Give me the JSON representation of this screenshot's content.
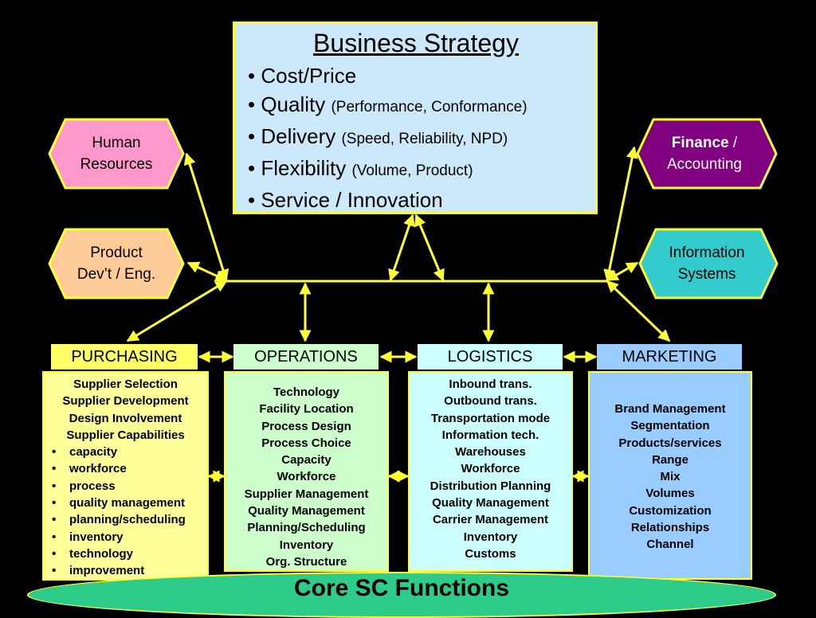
{
  "strategy": {
    "title": "Business Strategy",
    "items": [
      {
        "main": "• Cost/Price",
        "sub": ""
      },
      {
        "main": "• Quality",
        "sub": "(Performance, Conformance)"
      },
      {
        "main": "• Delivery",
        "sub": "(Speed, Reliability, NPD)"
      },
      {
        "main": "• Flexibility",
        "sub": "(Volume, Product)"
      },
      {
        "main": "• Service / Innovation",
        "sub": ""
      }
    ]
  },
  "hexagons": {
    "hr": {
      "label": "Human\nResources",
      "fill": "#ff99cc"
    },
    "product": {
      "label": "Product\nDev’t / Eng.",
      "fill": "#ffcc99"
    },
    "finance": {
      "label_bold": "Finance",
      "label_rest": " /\nAccounting",
      "fill": "#800080",
      "text_color": "#ffffff"
    },
    "info": {
      "label": "Information\nSystems",
      "fill": "#33cccc"
    }
  },
  "functions": {
    "purchasing": {
      "header": "PURCHASING",
      "lines": [
        "Supplier Selection",
        "Supplier Development",
        "Design Involvement",
        "Supplier Capabilities"
      ],
      "bullets": [
        "capacity",
        "workforce",
        "process",
        "quality management",
        "planning/scheduling",
        "inventory",
        "technology",
        "improvement"
      ],
      "bullet_char": "•"
    },
    "operations": {
      "header": "OPERATIONS",
      "lines": [
        "Technology",
        "Facility Location",
        "Process Design",
        "Process Choice",
        "Capacity",
        "Workforce",
        "Supplier Management",
        "Quality Management",
        "Planning/Scheduling",
        "Inventory",
        "Org. Structure"
      ]
    },
    "logistics": {
      "header": "LOGISTICS",
      "lines": [
        "Inbound trans.",
        "Outbound trans.",
        "Transportation mode",
        "Information tech.",
        "Warehouses",
        "Workforce",
        "Distribution Planning",
        "Quality Management",
        "Carrier Management",
        "Inventory",
        "Customs"
      ]
    },
    "marketing": {
      "header": "MARKETING",
      "lines": [
        "Brand Management",
        "Segmentation",
        "Products/services",
        "Range",
        "Mix",
        "Volumes",
        "Customization",
        "Relationships",
        "Channel"
      ]
    }
  },
  "footer": {
    "label": "Core SC Functions"
  },
  "colors": {
    "arrow": "#ffff33",
    "background": "#000000",
    "ellipse": "#2ecc8a"
  }
}
